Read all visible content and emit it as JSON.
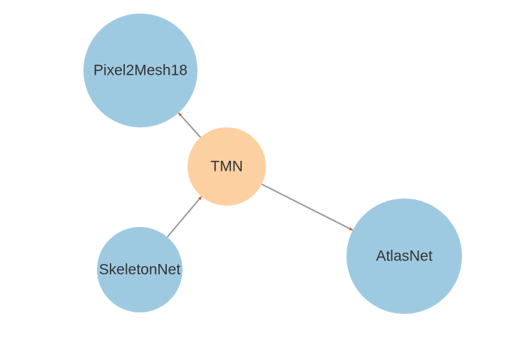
{
  "colors": {
    "background": "#ffffff",
    "node_default": "#9ecae1",
    "node_highlight": "#fdd0a2",
    "edge": "#999999",
    "arrowhead": "#e6550d",
    "label": "#333333"
  },
  "nodes": [
    {
      "id": "pixel2mesh18",
      "label": "Pixel2Mesh18",
      "highlight": false
    },
    {
      "id": "tmn",
      "label": "TMN",
      "highlight": true
    },
    {
      "id": "skeletonnet",
      "label": "SkeletonNet",
      "highlight": false
    },
    {
      "id": "atlasnet",
      "label": "AtlasNet",
      "highlight": false
    }
  ],
  "edges": [
    {
      "source": "tmn",
      "target": "pixel2mesh18"
    },
    {
      "source": "skeletonnet",
      "target": "tmn"
    },
    {
      "source": "tmn",
      "target": "atlasnet"
    }
  ]
}
